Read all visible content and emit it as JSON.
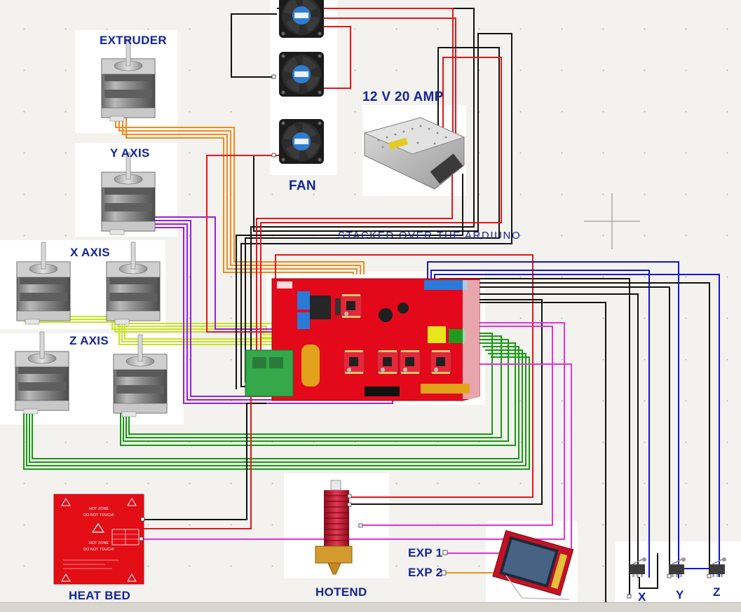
{
  "labels": {
    "extruder": "EXTRUDER",
    "y_axis": "Y AXIS",
    "x_axis": "X AXIS",
    "z_axis": "Z AXIS",
    "fan": "FAN",
    "psu": "12 V 20 AMP",
    "stacked": "STACKED OVER THE ARDIUNO",
    "heat_bed": "HEAT BED",
    "hotend": "HOTEND",
    "exp1": "EXP 1",
    "exp2": "EXP 2",
    "endstop_x": "X",
    "endstop_y": "Y",
    "endstop_z": "Z"
  },
  "heatbed_text": {
    "hot_zone_top": "HOT ZONE",
    "do_not_touch_top": "DO NOT TOUCH!",
    "hot_zone_mid": "HOT ZONE",
    "do_not_touch_mid": "DO NOT TOUCH!"
  },
  "wire_colors": {
    "power_positive": "#e8151b",
    "power_negative": "#111111",
    "extruder_motor": "#f28a1c",
    "y_motor": "#9b1fd6",
    "x_motor": "#c6e61e",
    "z_motor": "#179a12",
    "endstop": "#1414d8",
    "thermistor": "#e632d8"
  },
  "icons": [
    "stepper-motor-icon",
    "fan-icon",
    "power-supply-icon",
    "ramps-board-icon",
    "heat-bed-icon",
    "hotend-icon",
    "lcd-display-icon",
    "endstop-switch-icon"
  ]
}
